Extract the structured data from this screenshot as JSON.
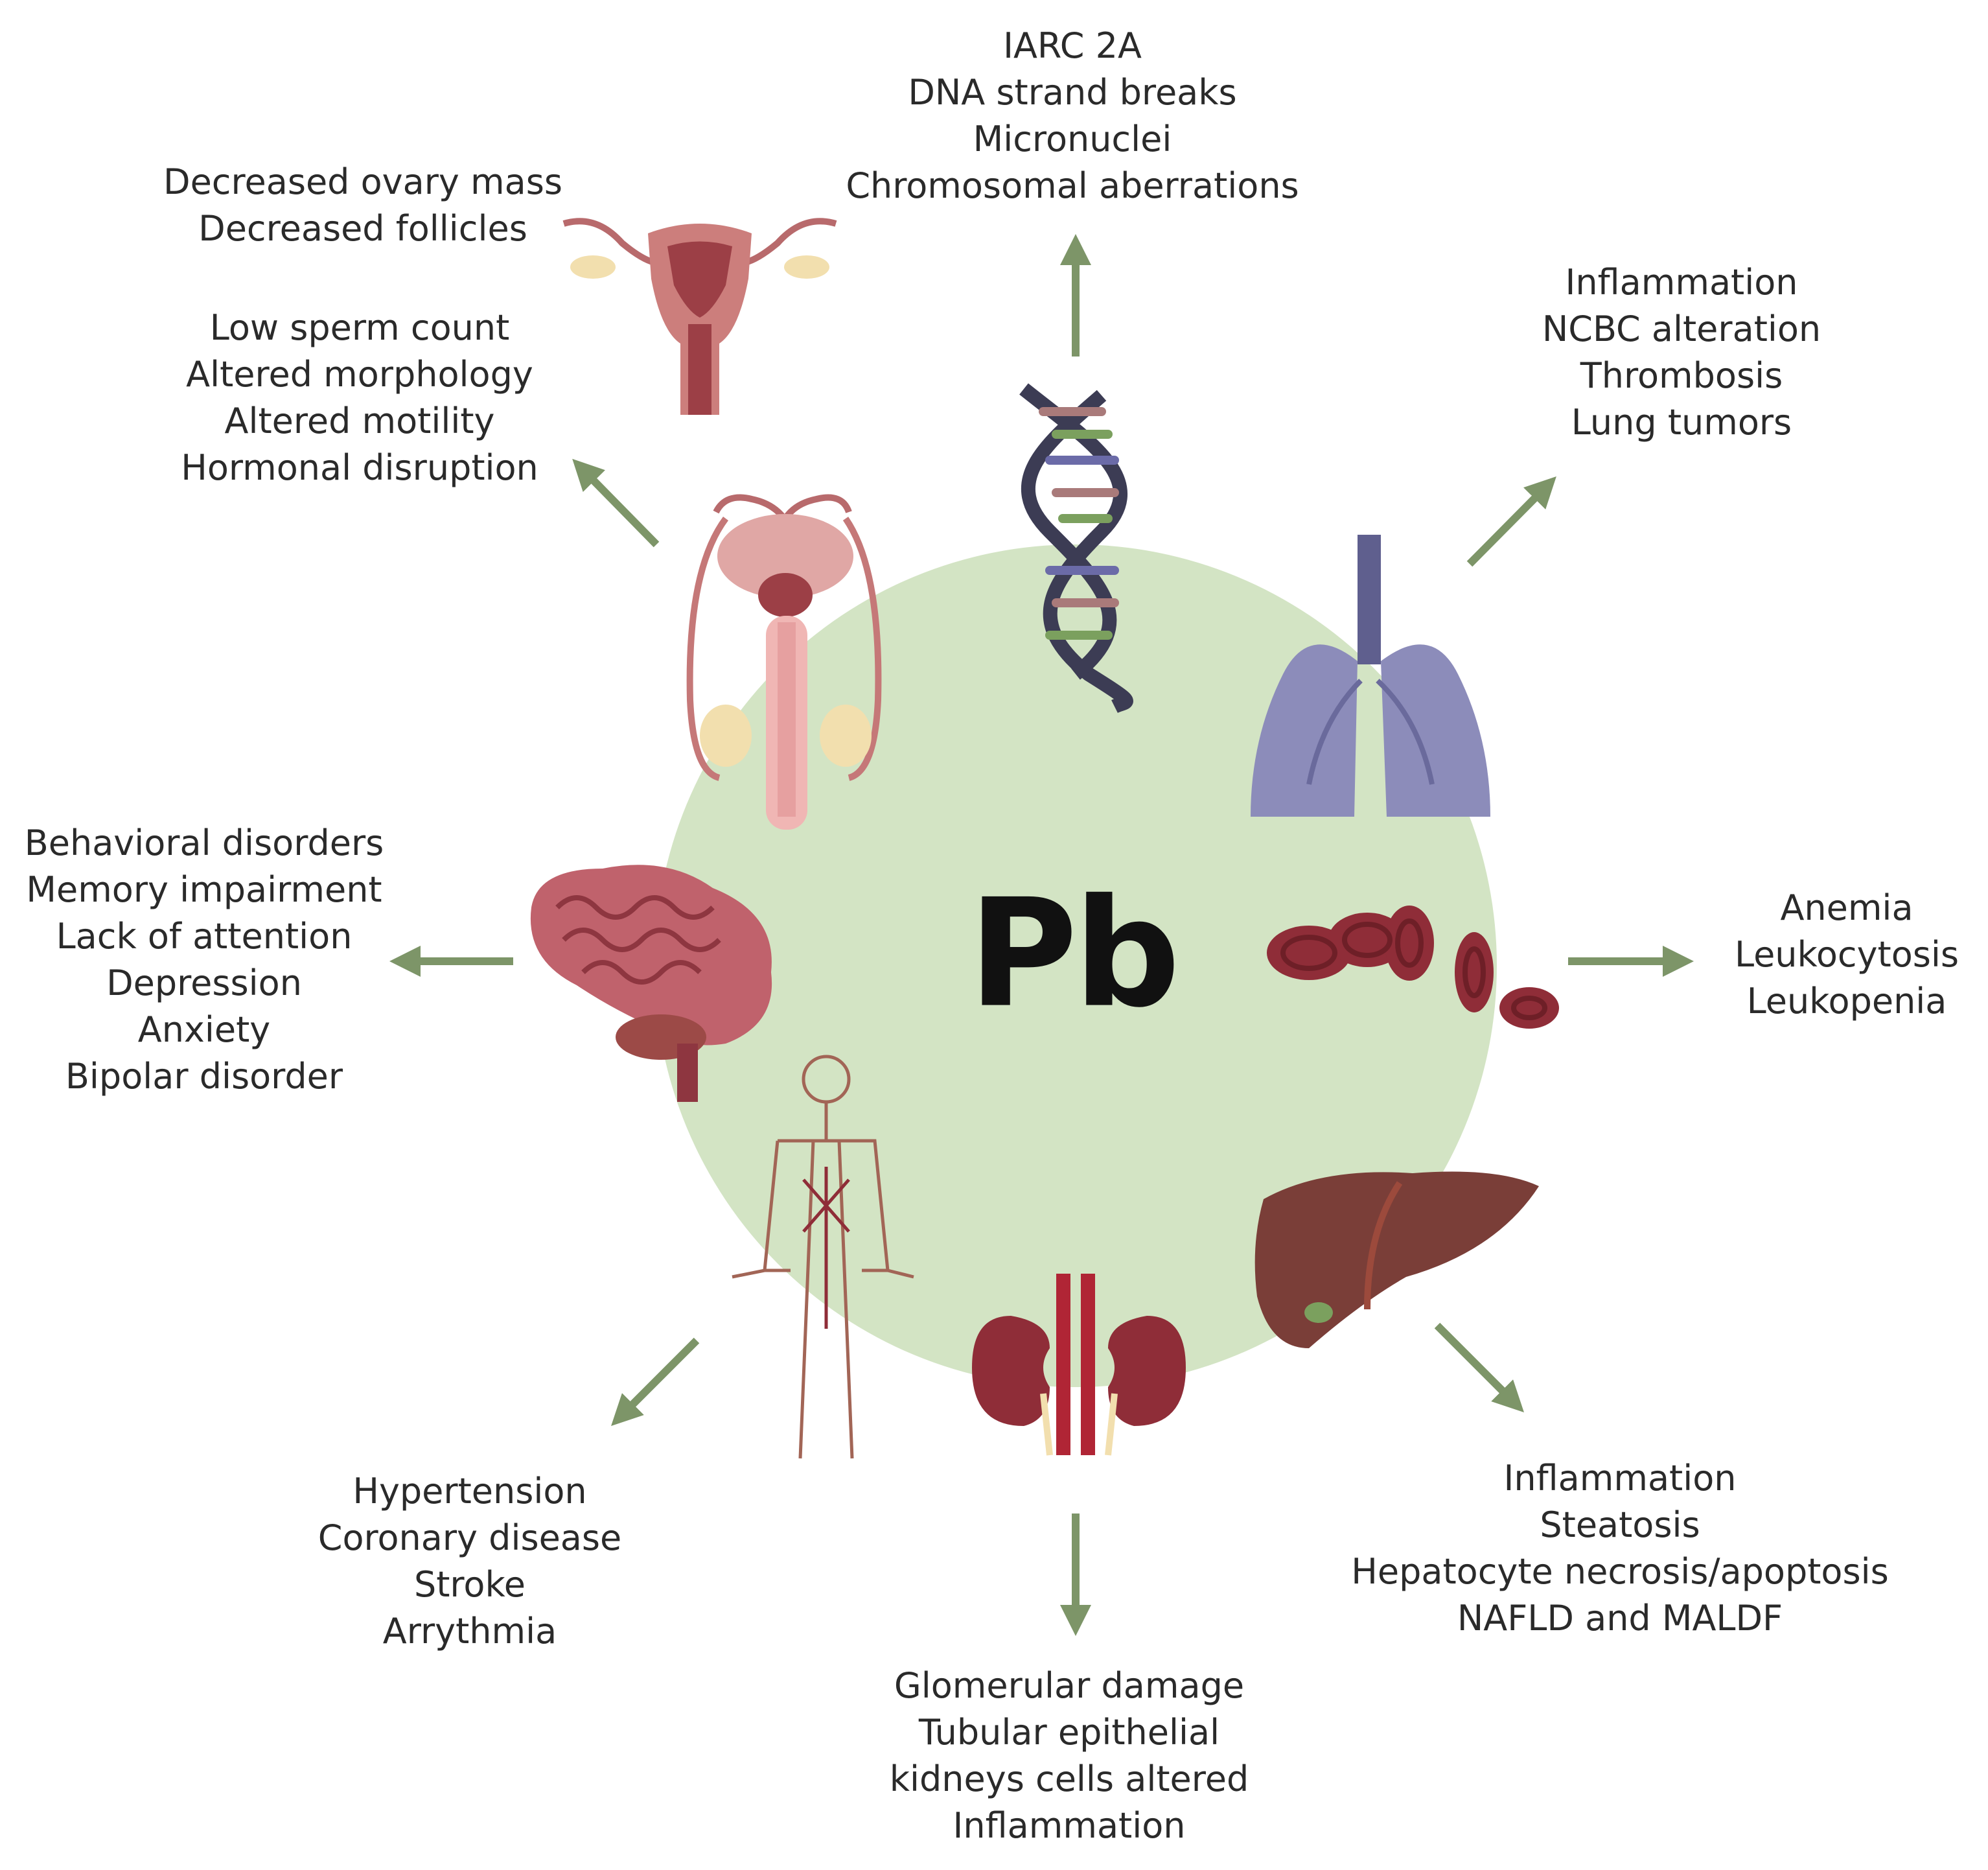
{
  "center_label": "Pb",
  "colors": {
    "circle": "#d3e4c4",
    "arrow": "#7d9568",
    "text": "#2a2a2a",
    "organ_red": "#8f2d38",
    "lung": "#8c8cba",
    "skin_pink": "#e5a39f"
  },
  "icons": [
    "uterus-icon",
    "male-reproductive-icon",
    "dna-icon",
    "lungs-icon",
    "brain-icon",
    "red-blood-cells-icon",
    "circulatory-system-icon",
    "kidneys-icon",
    "liver-icon"
  ],
  "groups": {
    "female": {
      "lines": [
        "Decreased ovary mass",
        "Decreased follicles"
      ]
    },
    "male": {
      "lines": [
        "Low sperm count",
        "Altered morphology",
        "Altered motility",
        "Hormonal disruption"
      ]
    },
    "genotoxic": {
      "lines": [
        "IARC 2A",
        "DNA strand breaks",
        "Micronuclei",
        "Chromosomal aberrations"
      ]
    },
    "lung": {
      "lines": [
        "Inflammation",
        "NCBC alteration",
        "Thrombosis",
        "Lung tumors"
      ]
    },
    "neuro": {
      "lines": [
        "Behavioral disorders",
        "Memory impairment",
        "Lack of attention",
        "Depression",
        "Anxiety",
        "Bipolar disorder"
      ]
    },
    "blood": {
      "lines": [
        "Anemia",
        "Leukocytosis",
        "Leukopenia"
      ]
    },
    "cardio": {
      "lines": [
        "Hypertension",
        "Coronary disease",
        "Stroke",
        "Arrythmia"
      ]
    },
    "kidney": {
      "lines": [
        "Glomerular damage",
        "Tubular epithelial",
        "kidneys cells altered",
        "Inflammation"
      ]
    },
    "liver": {
      "lines": [
        "Inflammation",
        "Steatosis",
        "Hepatocyte necrosis/apoptosis",
        "NAFLD and MALDF"
      ]
    }
  }
}
